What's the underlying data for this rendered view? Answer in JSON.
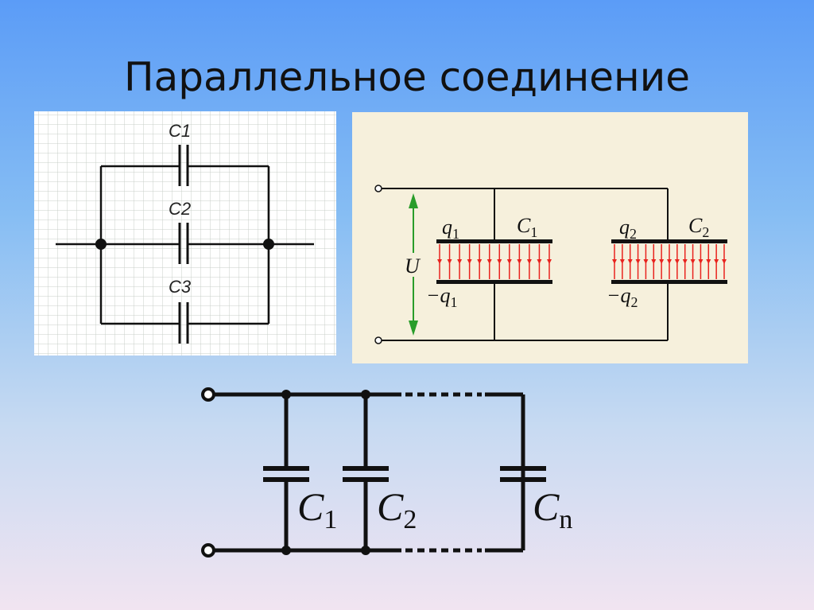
{
  "title": "Параллельное соединение",
  "grid_diagram": {
    "labels": [
      "C1",
      "C2",
      "C3"
    ]
  },
  "charge_diagram": {
    "voltage_label": "U",
    "cap1": {
      "top_charge": "q",
      "top_sub": "1",
      "bottom_charge": "−q",
      "bottom_sub": "1",
      "name": "C",
      "name_sub": "1"
    },
    "cap2": {
      "top_charge": "q",
      "top_sub": "2",
      "bottom_charge": "−q",
      "bottom_sub": "2",
      "name": "C",
      "name_sub": "2"
    }
  },
  "general_diagram": {
    "caps": [
      {
        "name": "C",
        "sub": "1"
      },
      {
        "name": "C",
        "sub": "2"
      },
      {
        "name": "C",
        "sub": "n"
      }
    ]
  },
  "colors": {
    "field_lines": "#e8231e",
    "arrow_green": "#2a9d2a",
    "panel_bg": "#f6f0dc"
  }
}
